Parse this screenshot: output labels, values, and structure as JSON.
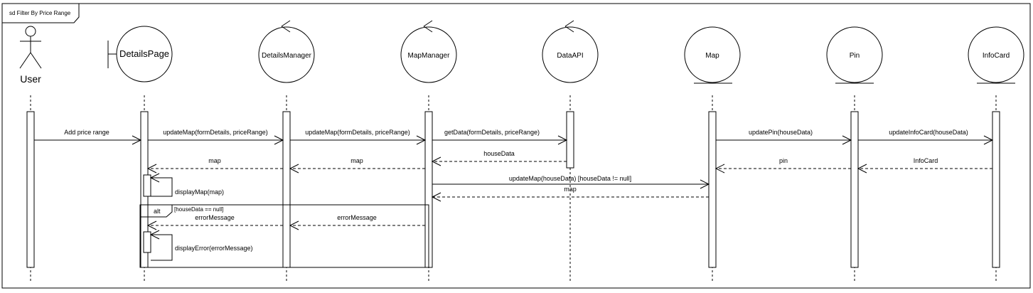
{
  "frame": {
    "title": "sd Filter By Price Range"
  },
  "participants": [
    {
      "id": "user",
      "label": "User",
      "kind": "actor"
    },
    {
      "id": "detailsPage",
      "label": "DetailsPage",
      "kind": "boundary"
    },
    {
      "id": "detailsManager",
      "label": "DetailsManager",
      "kind": "control"
    },
    {
      "id": "mapManager",
      "label": "MapManager",
      "kind": "control"
    },
    {
      "id": "dataAPI",
      "label": "DataAPI",
      "kind": "control"
    },
    {
      "id": "map",
      "label": "Map",
      "kind": "entity"
    },
    {
      "id": "pin",
      "label": "Pin",
      "kind": "entity"
    },
    {
      "id": "infoCard",
      "label": "InfoCard",
      "kind": "entity"
    }
  ],
  "messages": [
    {
      "from": "user",
      "to": "detailsPage",
      "label": "Add price range",
      "kind": "call"
    },
    {
      "from": "detailsPage",
      "to": "detailsManager",
      "label": "updateMap(formDetails, priceRange)",
      "kind": "call"
    },
    {
      "from": "detailsManager",
      "to": "mapManager",
      "label": "updateMap(formDetails, priceRange)",
      "kind": "call"
    },
    {
      "from": "mapManager",
      "to": "dataAPI",
      "label": "getData(formDetails, priceRange)",
      "kind": "call"
    },
    {
      "from": "map",
      "to": "pin",
      "label": "updatePin(houseData)",
      "kind": "call"
    },
    {
      "from": "pin",
      "to": "infoCard",
      "label": "updateInfoCard(houseData)",
      "kind": "call"
    },
    {
      "from": "dataAPI",
      "to": "mapManager",
      "label": "houseData",
      "kind": "return"
    },
    {
      "from": "detailsManager",
      "to": "detailsPage",
      "label": "map",
      "kind": "return"
    },
    {
      "from": "mapManager",
      "to": "detailsManager",
      "label": "map",
      "kind": "return"
    },
    {
      "from": "pin",
      "to": "map",
      "label": "pin",
      "kind": "return"
    },
    {
      "from": "infoCard",
      "to": "pin",
      "label": "InfoCard",
      "kind": "return"
    },
    {
      "from": "detailsPage",
      "to": "detailsPage",
      "label": "displayMap(map)",
      "kind": "self"
    },
    {
      "from": "mapManager",
      "to": "map",
      "label": "updateMap(houseData) [houseData != null]",
      "kind": "call"
    },
    {
      "from": "map",
      "to": "mapManager",
      "label": "map",
      "kind": "return"
    },
    {
      "from": "detailsManager",
      "to": "detailsPage",
      "label": "errorMessage",
      "kind": "return"
    },
    {
      "from": "mapManager",
      "to": "detailsManager",
      "label": "errorMessage",
      "kind": "return"
    },
    {
      "from": "detailsPage",
      "to": "detailsPage",
      "label": "displayError(errorMessage)",
      "kind": "self"
    }
  ],
  "fragment": {
    "operator": "alt",
    "guard": "[houseData == null]"
  }
}
